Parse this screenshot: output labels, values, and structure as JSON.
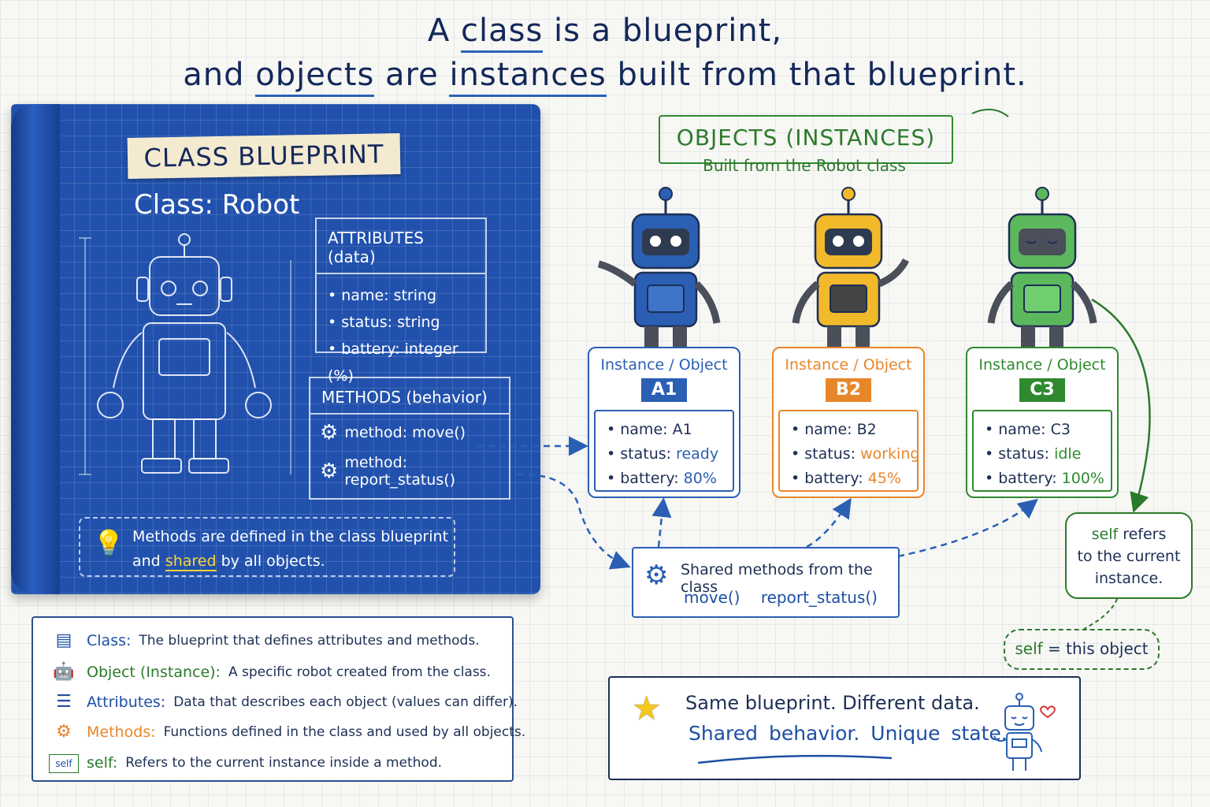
{
  "title": {
    "line1_a": "A ",
    "line1_class": "class",
    "line1_b": " is a blueprint,",
    "line2_a": "and ",
    "line2_objects": "objects",
    "line2_b": " are ",
    "line2_instances": "instances",
    "line2_c": " built from that blueprint."
  },
  "blueprint": {
    "tag": "CLASS BLUEPRINT",
    "class_name": "Class: Robot",
    "attributes_header": "ATTRIBUTES (data)",
    "attributes": [
      "name: string",
      "status: string",
      "battery: integer (%)"
    ],
    "methods_header": "METHODS (behavior)",
    "methods": [
      "method: move()",
      "method: report_status()"
    ],
    "note_line1": "Methods are defined in the class blueprint",
    "note_line2a": "and ",
    "note_shared": "shared",
    "note_line2b": " by all objects."
  },
  "objects": {
    "header": "OBJECTS (INSTANCES)",
    "subtitle": "Built from the Robot class",
    "instances": [
      {
        "label": "Instance / Object",
        "id": "A1",
        "color": "#2a5fb4",
        "name": "name: A1",
        "status_label": "status: ",
        "status": "ready",
        "battery_label": "battery: ",
        "battery": "80%"
      },
      {
        "label": "Instance / Object",
        "id": "B2",
        "color": "#e8862a",
        "name": "name: B2",
        "status_label": "status: ",
        "status": "working",
        "battery_label": "battery: ",
        "battery": "45%"
      },
      {
        "label": "Instance / Object",
        "id": "C3",
        "color": "#2f8a2f",
        "name": "name: C3",
        "status_label": "status: ",
        "status": "idle",
        "battery_label": "battery: ",
        "battery": "100%"
      }
    ]
  },
  "shared": {
    "line1": "Shared methods from the class",
    "line2": "move() report_status()"
  },
  "self_bubble": {
    "self": "self",
    "line1": " refers",
    "line2": "to the current",
    "line3": "instance."
  },
  "self_chip": {
    "self": "self",
    "text": " = this object"
  },
  "legend": [
    {
      "term": "Class:",
      "desc": "The blueprint that defines attributes and methods.",
      "color": "#1d4fa5",
      "icon": "blueprint-icon"
    },
    {
      "term": "Object (Instance):",
      "desc": "A specific robot created from the class.",
      "color": "#2c7a2c",
      "icon": "robot-icon"
    },
    {
      "term": "Attributes:",
      "desc": "Data that describes each object (values can differ).",
      "color": "#1d4fa5",
      "icon": "list-icon"
    },
    {
      "term": "Methods:",
      "desc": "Functions defined in the class and used by all objects.",
      "color": "#e8862a",
      "icon": "gear-icon"
    },
    {
      "term": "self:",
      "desc": "Refers to the current instance inside a method.",
      "color": "#2c7a2c",
      "icon": "self-icon",
      "icon_text": "self"
    }
  ],
  "summary": {
    "line1": "Same blueprint. Different data.",
    "line2": "Shared behavior. Unique state."
  }
}
